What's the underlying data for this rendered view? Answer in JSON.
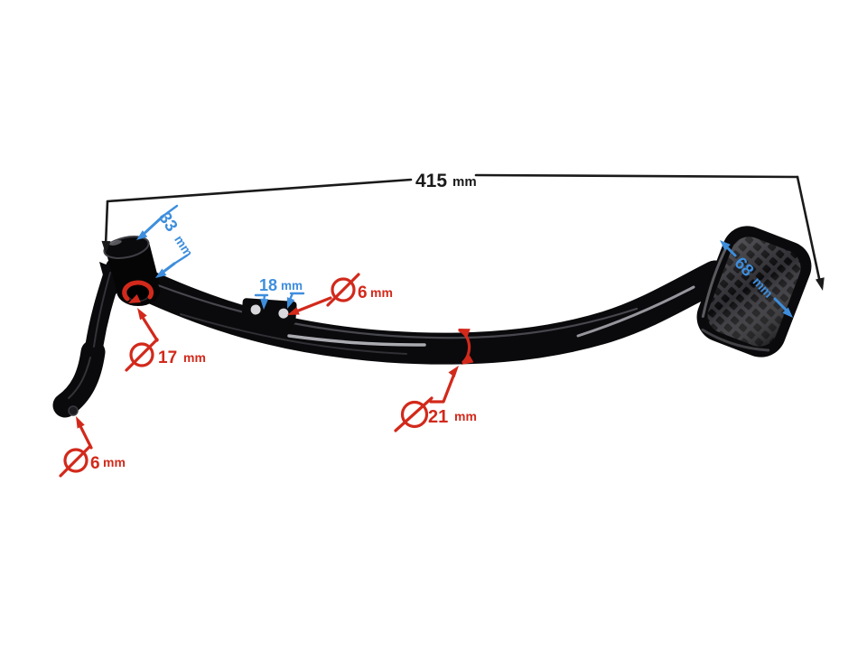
{
  "colors": {
    "background": "#ffffff",
    "part_black": "#0a0a0c",
    "dim_black": "#1a1a1a",
    "dim_blue": "#3e8edd",
    "dim_red": "#d2291b"
  },
  "dimensions": {
    "overall_length": {
      "value": "415",
      "unit": "mm"
    },
    "boss_width": {
      "value": "33",
      "unit": "mm"
    },
    "bracket_hole_spacing": {
      "value": "18",
      "unit": "mm"
    },
    "bracket_hole_diameter": {
      "value": "6",
      "unit": "mm"
    },
    "pivot_bore_diameter": {
      "value": "17",
      "unit": "mm"
    },
    "tube_diameter": {
      "value": "21",
      "unit": "mm"
    },
    "arm_end_hole_diameter": {
      "value": "6",
      "unit": "mm"
    },
    "pad_width": {
      "value": "68",
      "unit": "mm"
    }
  }
}
